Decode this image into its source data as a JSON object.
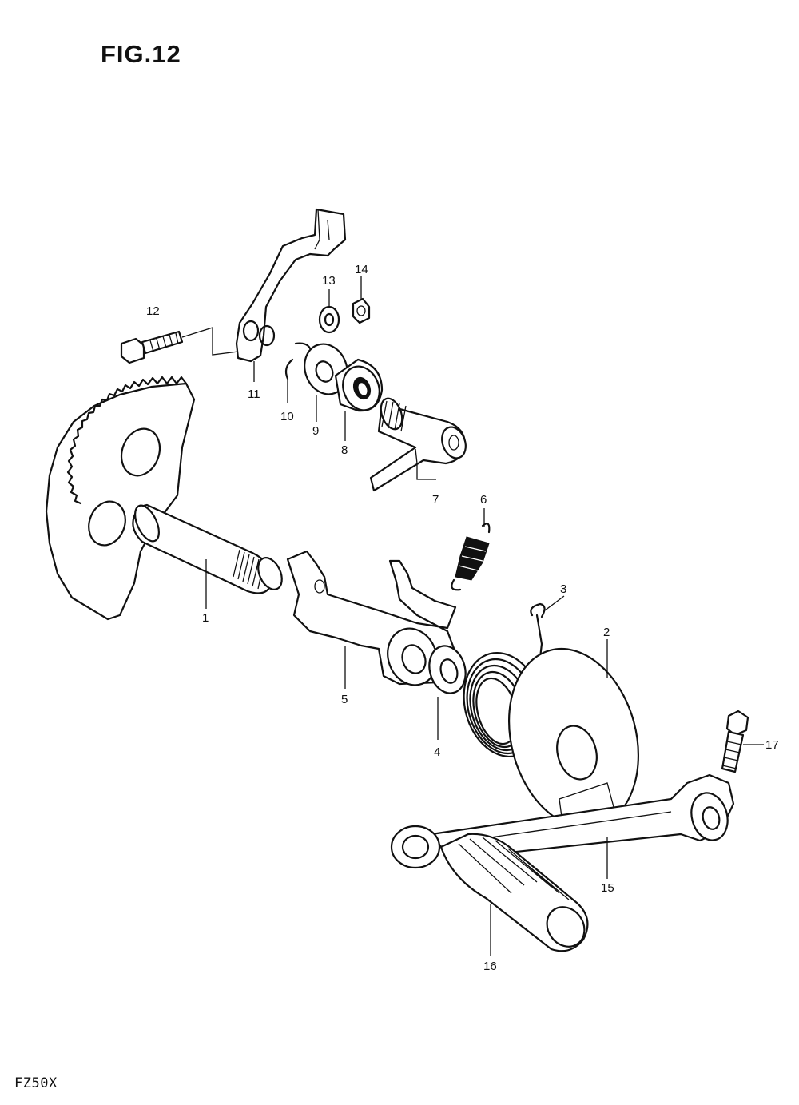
{
  "figure": {
    "title": "FIG.12",
    "model": "FZ50X"
  },
  "callouts": [
    {
      "id": "1",
      "label": "1"
    },
    {
      "id": "2",
      "label": "2"
    },
    {
      "id": "3",
      "label": "3"
    },
    {
      "id": "4",
      "label": "4"
    },
    {
      "id": "5",
      "label": "5"
    },
    {
      "id": "6",
      "label": "6"
    },
    {
      "id": "7",
      "label": "7"
    },
    {
      "id": "8",
      "label": "8"
    },
    {
      "id": "9",
      "label": "9"
    },
    {
      "id": "10",
      "label": "10"
    },
    {
      "id": "11",
      "label": "11"
    },
    {
      "id": "12",
      "label": "12"
    },
    {
      "id": "13",
      "label": "13"
    },
    {
      "id": "14",
      "label": "14"
    },
    {
      "id": "15",
      "label": "15"
    },
    {
      "id": "16",
      "label": "16"
    },
    {
      "id": "17",
      "label": "17"
    }
  ]
}
